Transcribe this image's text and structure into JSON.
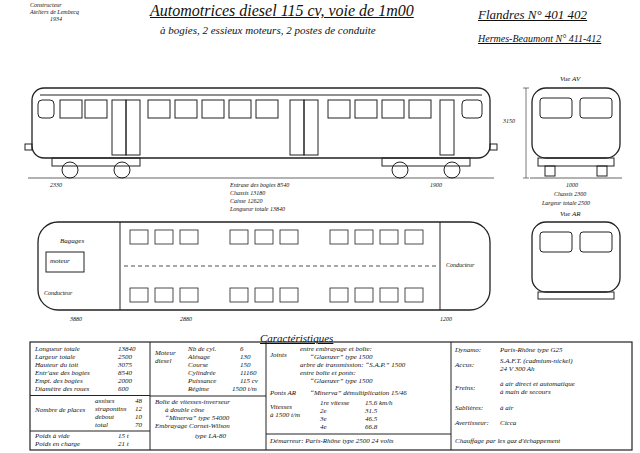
{
  "diagram": {
    "nodes": [
      {
        "text": [
          "Caractéristiques"
        ]
      }
    ],
    "labels": [
      "Constructeur",
      "Ateliers de Lembecq",
      "1934",
      "Automotrices diesel 115 cv, voie de 1m00",
      "à bogies, 2 essieux moteurs, 2 postes de conduite",
      "Flandres N° 401 402",
      "Hermes-Beaumont N° 411-412",
      "Vue AV",
      "2330",
      "1900",
      "Entraxe des bogies 8540",
      "Chassis 13180",
      "Caisse 12620",
      "Longueur totale 13840",
      "3150",
      "1000",
      "Chassis 2300",
      "Largeur totale 2500",
      "Vue AR",
      "Bagages",
      "moteur",
      "Conducteur",
      "Conducteur",
      "3880",
      "2880",
      "1200",
      "Longueur totale",
      "13840",
      "Largeur totale",
      "2500",
      "Hauteur du toit",
      "3075",
      "Entr'axe des bogies",
      "8540",
      "Empt. des bogies",
      "2000",
      "Diamètre des roues",
      "600",
      "Nombre de places",
      "assises",
      "48",
      "strapontins",
      "12",
      "debout",
      "10",
      "total",
      "70",
      "Poids à vide",
      "15 t",
      "Poids en charge",
      "21 t",
      "Moteur",
      "diesel",
      "Nb de cyl.",
      "6",
      "Alésage",
      "130",
      "Course",
      "150",
      "Cylindrée",
      "11160",
      "Puissance",
      "115 cv",
      "Régime",
      "1500 t/m",
      "Boîte de vitesses-inverseur",
      "à double cône",
      "“Minerva” type 54000",
      "Embrayage Cornet-Wilson",
      "type LA-80",
      "Joints",
      "entre embrayage et boîte:",
      "“Glaenzer” type 1500",
      "arbre de transmission: “S.A.P.” 1500",
      "entre boîte et ponts:",
      "“Glaenzer” type 1500",
      "Ponts AR",
      "“Minerva” démultiplication 15/46",
      "Vitesses",
      "à 1500 t/m",
      "1re vitesse",
      "15.6 km/h",
      "2e",
      "31.5",
      "3e",
      "46.5",
      "4e",
      "66.8",
      "Démarreur: Paris-Rhône type 2500 24 volts",
      "Dynamo:",
      "Paris-Rhône type G25",
      "Accus:",
      "S.A.F.T. (cadmium-nickel)",
      "24 V 300 Ah",
      "Freins:",
      "à air direct et automatique",
      "à main de secours",
      "Sablières:",
      "à air",
      "Avertisseur:",
      "Cicca",
      "Chauffage par les gaz d'échappement"
    ]
  }
}
